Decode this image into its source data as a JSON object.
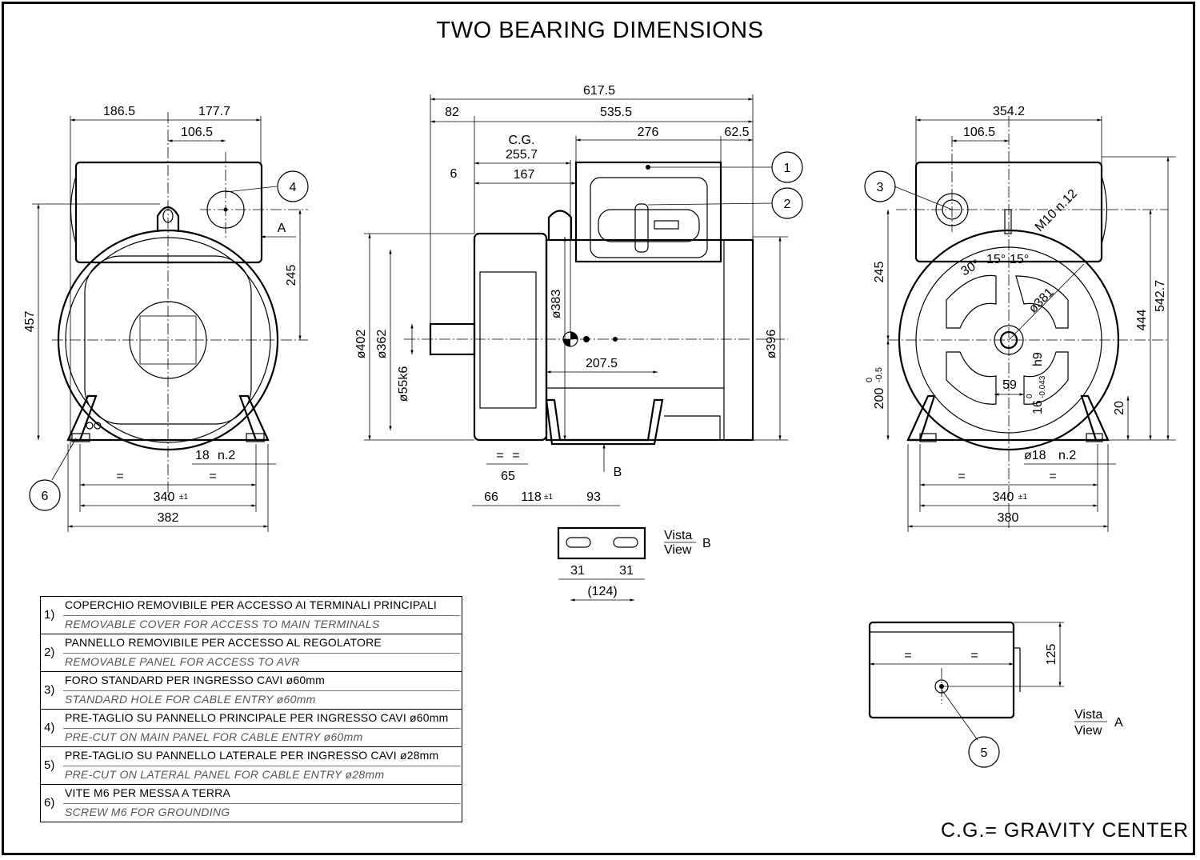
{
  "title": "TWO BEARING DIMENSIONS",
  "footer_note": "C.G.= GRAVITY CENTER",
  "legend": [
    {
      "num": "1)",
      "it": "COPERCHIO REMOVIBILE PER ACCESSO AI TERMINALI PRINCIPALI",
      "en": "REMOVABLE COVER FOR ACCESS TO MAIN TERMINALS"
    },
    {
      "num": "2)",
      "it": "PANNELLO REMOVIBILE PER ACCESSO AL REGOLATORE",
      "en": "REMOVABLE PANEL FOR ACCESS TO AVR"
    },
    {
      "num": "3)",
      "it": "FORO STANDARD PER INGRESSO CAVI ø60mm",
      "en": "STANDARD HOLE FOR CABLE ENTRY ø60mm"
    },
    {
      "num": "4)",
      "it": "PRE-TAGLIO SU PANNELLO PRINCIPALE PER INGRESSO CAVI ø60mm",
      "en": "PRE-CUT ON MAIN PANEL FOR CABLE ENTRY ø60mm"
    },
    {
      "num": "5)",
      "it": "PRE-TAGLIO SU PANNELLO LATERALE PER INGRESSO CAVI ø28mm",
      "en": "PRE-CUT ON LATERAL PANEL FOR CABLE ENTRY ø28mm"
    },
    {
      "num": "6)",
      "it": "VITE M6 PER MESSA A TERRA",
      "en": "SCREW M6 FOR GROUNDING"
    }
  ],
  "callouts": [
    "1",
    "2",
    "3",
    "4",
    "5",
    "6"
  ],
  "view_labels": {
    "vista": "Vista",
    "view": "View",
    "a": "A",
    "b": "B"
  },
  "dims_left": {
    "w1": "186.5",
    "w2": "177.7",
    "w3": "106.5",
    "h_total": "457",
    "h_box": "245",
    "a": "A",
    "eq": "=",
    "holes": "18",
    "holes_n": "n.2",
    "base_inner": "340",
    "tol": "±1",
    "base_outer": "382"
  },
  "dims_side": {
    "total": "617.5",
    "shaft": "82",
    "body": "535.5",
    "cg_label": "C.G.",
    "cg": "255.7",
    "box": "276",
    "box_off": "62.5",
    "six": "6",
    "d167": "167",
    "d402": "ø402",
    "d362": "ø362",
    "d55": "ø55k6",
    "d383": "ø383",
    "d396": "ø396",
    "d2075": "207.5",
    "b": "B",
    "eq": "=",
    "d65": "65",
    "d66": "66",
    "d118": "118",
    "tol": "±1",
    "d93": "93",
    "d31a": "31",
    "d31b": "31",
    "d124": "(124)"
  },
  "dims_right": {
    "w": "354.2",
    "w2": "106.5",
    "h245": "245",
    "h5427": "542.7",
    "h444": "444",
    "h200": "200",
    "h200_tol_up": "0",
    "h200_tol_dn": "-0.5",
    "m10": "M10 n.12",
    "a30": "30°",
    "a15a": "15°",
    "a15b": "15°",
    "d381": "ø381",
    "d59": "59",
    "key": "16",
    "key_tol_up": "0",
    "key_tol_dn": "-0.043",
    "key_fit": "h9",
    "d20": "20",
    "eq": "=",
    "holes": "ø18",
    "holes_n": "n.2",
    "base_inner": "340",
    "tol": "±1",
    "base_outer": "380"
  },
  "dims_view_a": {
    "h125": "125",
    "eq": "="
  }
}
